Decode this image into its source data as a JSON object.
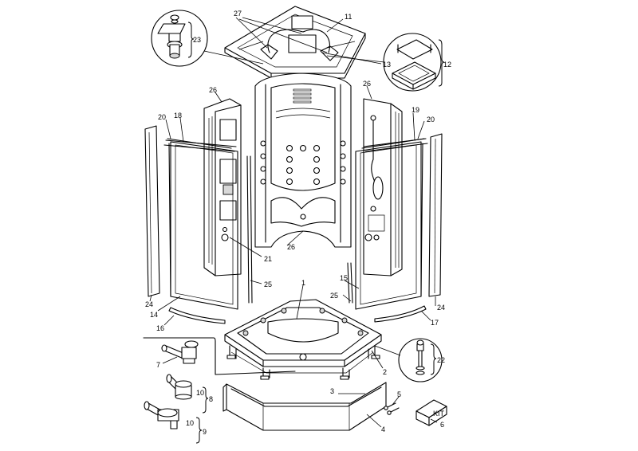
{
  "labels": {
    "n1": "1",
    "n2": "2",
    "n3": "3",
    "n4": "4",
    "n5": "5",
    "n6": "6",
    "n7": "7",
    "n8": "8",
    "n9": "9",
    "n10a": "10",
    "n10b": "10",
    "n11": "11",
    "n12": "12",
    "n13": "13",
    "n14": "14",
    "n15": "15",
    "n16": "16",
    "n17": "17",
    "n18": "18",
    "n19": "19",
    "n20a": "20",
    "n20b": "20",
    "n21": "21",
    "n22": "22",
    "n23": "23",
    "n24a": "24",
    "n24b": "24",
    "n25a": "25",
    "n25b": "25",
    "n26a": "26",
    "n26b": "26",
    "n26c": "26",
    "n27": "27"
  },
  "kit_box_text": "KIT"
}
